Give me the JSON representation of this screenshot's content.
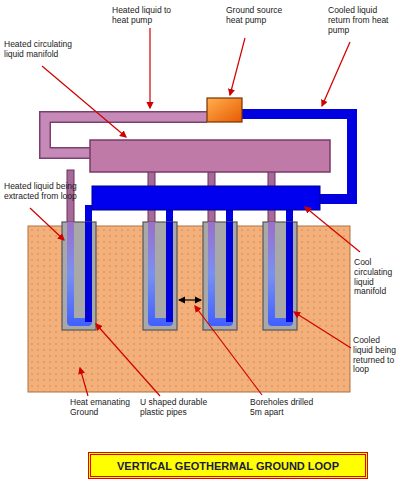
{
  "diagram": {
    "title": "VERTICAL GEOTHERMAL GROUND LOOP",
    "labels": [
      "Heated liquid to heat pump",
      "Ground source heat pump",
      "Cooled liquid return from heat pump",
      "Heated circulating liquid manifold",
      "Heated liquid being extracted from loop",
      "Cool circulating liquid manifold",
      "Cooled liquid being returned to loop",
      "Heat emanating Ground",
      "U shaped durable plastic pipes",
      "Boreholes drilled 5m apart"
    ]
  }
}
